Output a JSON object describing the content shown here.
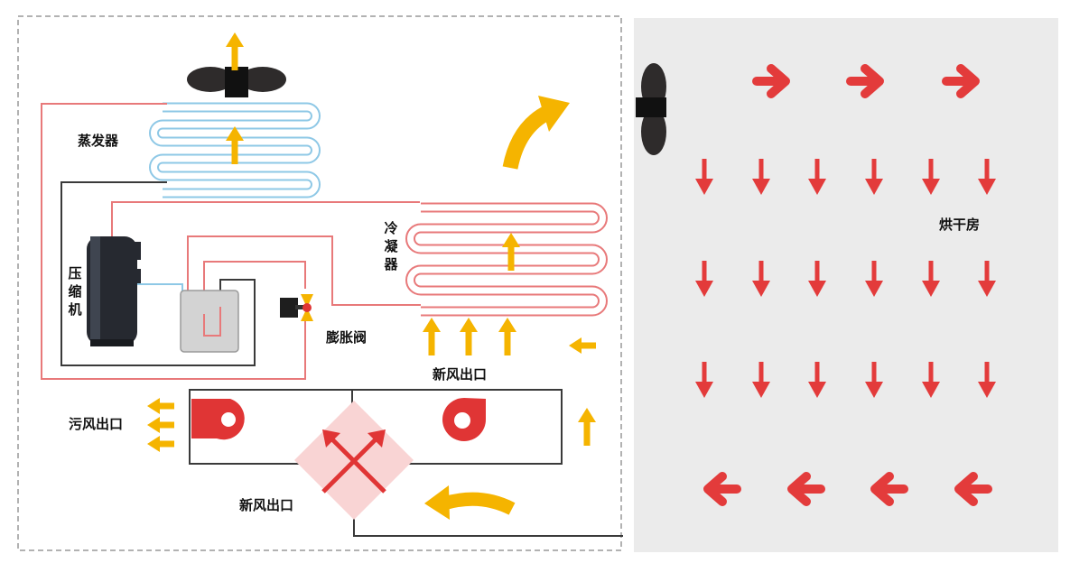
{
  "labels": {
    "evaporator": "蒸发器",
    "compressor": "压缩机",
    "condenser": "冷凝器",
    "expansion_valve": "膨胀阀",
    "fresh_air_outlet_top": "新风出口",
    "exhaust_air_outlet": "污风出口",
    "fresh_air_outlet_bottom": "新风出口",
    "drying_room": "烘干房"
  },
  "colors": {
    "airflow_arrow": "#f5b400",
    "room_arrow": "#e33b3b",
    "refrigerant_hot": "#e8797a",
    "refrigerant_cold": "#8ec8e6",
    "pipe_dark": "#3a3a3a",
    "fan_red": "#e03535",
    "exchanger_fill": "#f9d4d4",
    "room_background": "#ebebeb",
    "boundary_dash": "#999999",
    "fan_blade": "#2e2b2b"
  },
  "icons": [
    "fan-icon",
    "compressor-icon",
    "expansion-valve-icon",
    "centrifugal-fan-icon",
    "heat-exchanger-icon",
    "airflow-arrow-icon"
  ]
}
